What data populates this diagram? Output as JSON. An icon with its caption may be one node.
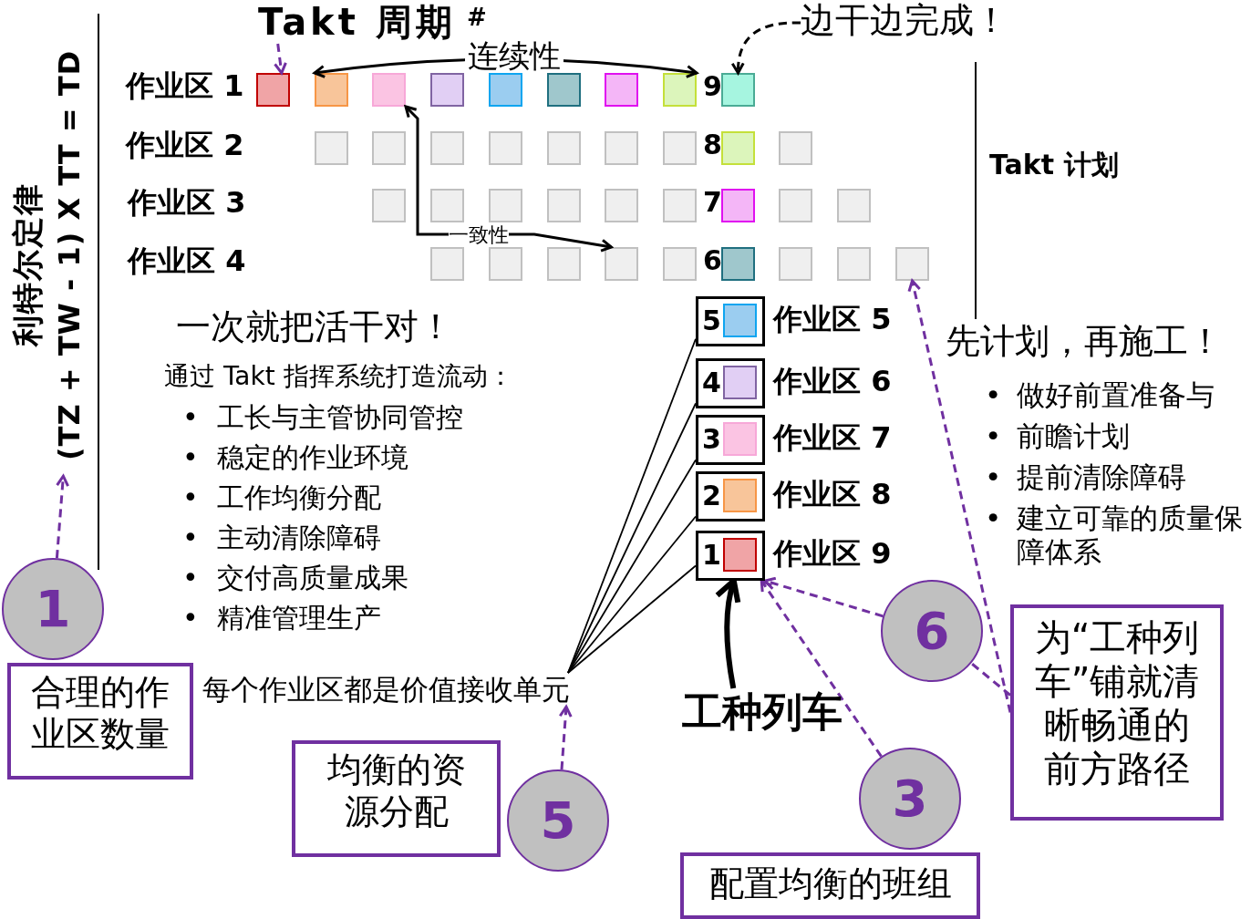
{
  "diagram": {
    "nodes": [
      {
        "text": [
          "边干边完成！"
        ]
      },
      {
        "text": [],
        "shape": "box"
      },
      {
        "text": [],
        "shape": "box"
      },
      {
        "text": [],
        "shape": "box"
      },
      {
        "text": [],
        "shape": "box"
      },
      {
        "text": [],
        "shape": "box"
      },
      {
        "text": [],
        "shape": "box"
      },
      {
        "text": [],
        "shape": "box"
      },
      {
        "text": [],
        "shape": "box"
      },
      {
        "text": [],
        "shape": "box",
        "beside": [
          "9"
        ]
      },
      {
        "text": [],
        "shape": "box"
      },
      {
        "text": [],
        "shape": "box"
      },
      {
        "text": [],
        "shape": "box"
      },
      {
        "text": [],
        "shape": "box"
      },
      {
        "text": [],
        "shape": "box"
      },
      {
        "text": [],
        "shape": "box"
      },
      {
        "text": [],
        "shape": "box"
      },
      {
        "text": [],
        "shape": "box",
        "beside": [
          "8"
        ]
      },
      {
        "text": [],
        "shape": "box"
      },
      {
        "text": [],
        "shape": "box"
      },
      {
        "text": [],
        "shape": "box"
      },
      {
        "text": [],
        "shape": "box"
      },
      {
        "text": [],
        "shape": "box"
      },
      {
        "text": [],
        "shape": "box"
      },
      {
        "text": [],
        "shape": "box"
      },
      {
        "text": [],
        "shape": "box",
        "beside": [
          "7"
        ]
      },
      {
        "text": [],
        "shape": "box"
      },
      {
        "text": [],
        "shape": "box"
      },
      {
        "text": [],
        "shape": "box"
      },
      {
        "text": [],
        "shape": "box"
      },
      {
        "text": [],
        "shape": "box"
      },
      {
        "text": [],
        "shape": "box"
      },
      {
        "text": [],
        "shape": "box"
      },
      {
        "text": [],
        "shape": "box",
        "beside": [
          "6"
        ]
      },
      {
        "text": [],
        "shape": "box"
      },
      {
        "text": [],
        "shape": "box"
      },
      {
        "text": [],
        "shape": "box"
      },
      {
        "text": [
          "利特尔定律",
          "(TZ + TW - 1) X TT = TD"
        ]
      },
      {
        "text": [
          "5"
        ],
        "beside": [
          "作业区 5"
        ]
      },
      {
        "text": [
          "4"
        ],
        "beside": [
          "作业区 6"
        ]
      },
      {
        "text": [
          "3"
        ],
        "beside": [
          "作业区 7"
        ]
      },
      {
        "text": [
          "2"
        ],
        "beside": [
          "作业区 8"
        ]
      },
      {
        "text": [
          "1"
        ],
        "beside": [
          "作业区 9"
        ]
      },
      {
        "text": [
          "每个作业区都是价值接收单元"
        ]
      },
      {
        "text": [
          "工种列车"
        ]
      },
      {
        "text": [
          "1"
        ]
      },
      {
        "text": [
          "合理的作业区数量"
        ]
      },
      {
        "text": [
          "5"
        ]
      },
      {
        "text": [
          "均衡的资源分配"
        ]
      },
      {
        "text": [
          "6"
        ]
      },
      {
        "text": [
          "为“工种列车”铺就清晰畅通的前方路径"
        ]
      },
      {
        "text": [
          "3"
        ]
      },
      {
        "text": [
          "配置均衡的班组"
        ]
      },
      {
        "text": [
          "Takt 周期"
        ]
      }
    ],
    "edges": [
      {
        "from": 53,
        "to": 1,
        "arrow": "to",
        "style": "dashed",
        "color": "#7030a0"
      },
      {
        "from": 0,
        "to": 9,
        "arrow": "to",
        "style": "dashed",
        "color": "#000000"
      },
      {
        "from": 45,
        "to": 37,
        "arrow": "to",
        "style": "dashed",
        "color": "#7030a0"
      },
      {
        "from": 43,
        "to": 38,
        "arrow": "none",
        "color": "#000000"
      },
      {
        "from": 43,
        "to": 39,
        "arrow": "none",
        "color": "#000000"
      },
      {
        "from": 43,
        "to": 40,
        "arrow": "none",
        "color": "#000000"
      },
      {
        "from": 43,
        "to": 41,
        "arrow": "none",
        "color": "#000000"
      },
      {
        "from": 43,
        "to": 42,
        "arrow": "none",
        "color": "#000000"
      },
      {
        "from": 44,
        "to": 42,
        "arrow": "to",
        "style": "thick",
        "color": "#000000"
      },
      {
        "from": 51,
        "to": 42,
        "arrow": "to",
        "style": "dashed",
        "color": "#7030a0"
      },
      {
        "from": 49,
        "to": 42,
        "arrow": "to",
        "style": "dashed",
        "color": "#7030a0"
      },
      {
        "from": 50,
        "to": 36,
        "arrow": "to",
        "style": "dashed",
        "color": "#7030a0"
      },
      {
        "from": 50,
        "to": 49,
        "arrow": "none",
        "style": "dashed",
        "color": "#7030a0"
      },
      {
        "from": 47,
        "to": 43,
        "arrow": "to",
        "style": "dashed",
        "color": "#7030a0"
      },
      {
        "from": 2,
        "to": 8,
        "arrow": "both",
        "label": "连续性",
        "color": "#000000"
      },
      {
        "from": 3,
        "to": 31,
        "arrow": "both",
        "label": "一致性",
        "color": "#000000"
      }
    ],
    "labels": [
      "#",
      "作业区 1",
      "作业区 2",
      "Takt 计划",
      "作业区 3",
      "作业区 4",
      "一次就把活干对！",
      "通过 Takt 指挥系统打造流动：",
      "•",
      "工长与主管协同管控",
      "•",
      "稳定的作业环境",
      "•",
      "工作均衡分配",
      "•",
      "主动清除障碍",
      "•",
      "交付高质量成果",
      "•",
      "精准管理生产",
      "先计划，再施工！",
      "•",
      "做好前置准备与",
      "•",
      "前瞻计划",
      "•",
      "提前清除障碍",
      "•",
      "建立可靠的质量保障体系"
    ]
  }
}
